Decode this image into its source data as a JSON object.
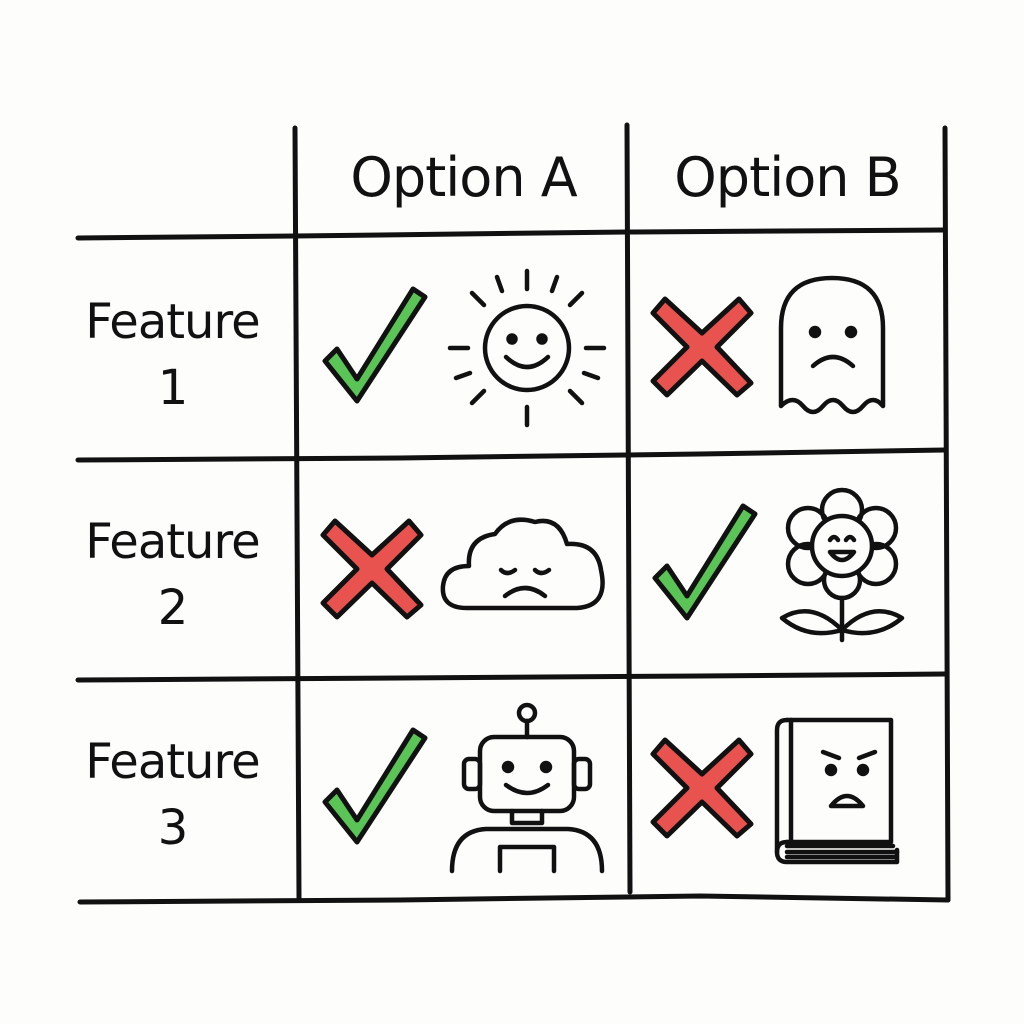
{
  "table": {
    "columns": [
      "Option A",
      "Option B"
    ],
    "rows": [
      {
        "label_line1": "Feature",
        "label_line2": "1",
        "cells": [
          {
            "status": "yes",
            "icon": "sun-smiling-icon"
          },
          {
            "status": "no",
            "icon": "ghost-sad-icon"
          }
        ]
      },
      {
        "label_line1": "Feature",
        "label_line2": "2",
        "cells": [
          {
            "status": "no",
            "icon": "cloud-sad-icon"
          },
          {
            "status": "yes",
            "icon": "flower-smiling-icon"
          }
        ]
      },
      {
        "label_line1": "Feature",
        "label_line2": "3",
        "cells": [
          {
            "status": "yes",
            "icon": "robot-smiling-icon"
          },
          {
            "status": "no",
            "icon": "book-sad-icon"
          }
        ]
      }
    ]
  },
  "colors": {
    "check": "#5bc457",
    "cross": "#e8524f",
    "ink": "#111111"
  }
}
